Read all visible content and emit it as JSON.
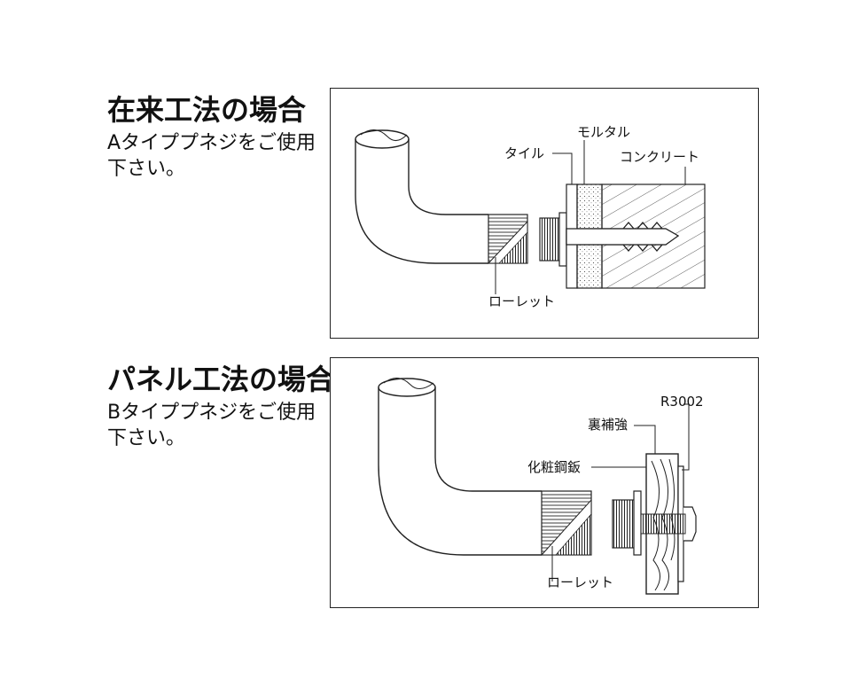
{
  "sections": [
    {
      "title": "在来工法の場合",
      "desc_line1": "Aタイププネジをご使用",
      "desc_line2": "下さい。",
      "labels": {
        "mortar": "モルタル",
        "tile": "タイル",
        "concrete": "コンクリート",
        "knurl": "ローレット"
      }
    },
    {
      "title": "パネル工法の場合",
      "desc_line1": "Bタイププネジをご使用",
      "desc_line2": "下さい。",
      "labels": {
        "model": "R3002",
        "backing": "裏補強",
        "steel_sheet": "化粧鋼鈑",
        "knurl": "ローレット"
      }
    }
  ]
}
